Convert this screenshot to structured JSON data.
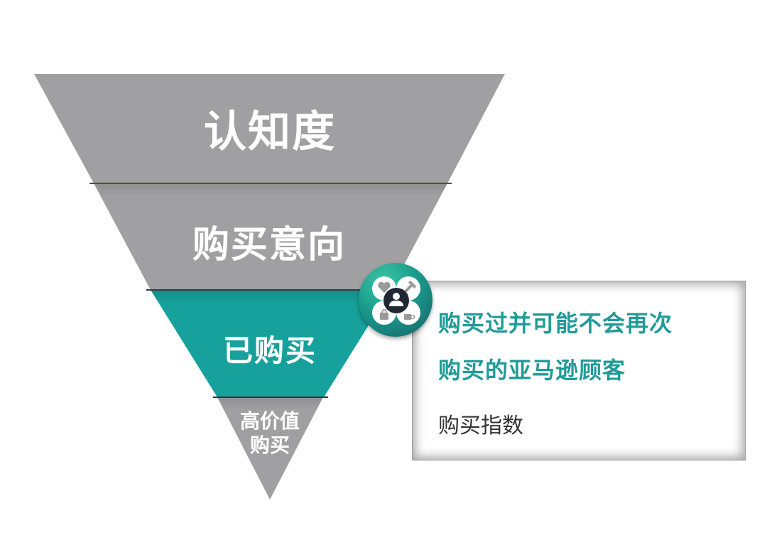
{
  "diagram": {
    "type": "funnel",
    "stages": [
      {
        "label": "认知度",
        "color": "#a0a0a2"
      },
      {
        "label": "购买意向",
        "color": "#a0a0a2"
      },
      {
        "label": "已购买",
        "color": "#17a19c",
        "highlighted": true
      },
      {
        "label_line1": "高价值",
        "label_line2": "购买",
        "color": "#a0a0a2"
      }
    ]
  },
  "callout": {
    "icon": "customer-segments-icon",
    "icon_parts": [
      "heart-icon",
      "dumbbell-icon",
      "shopping-bag-icon",
      "coffee-cup-icon",
      "user-icon"
    ],
    "title_line1": "购买过并可能不会再次",
    "title_line2": "购买的亚马逊顾客",
    "subtitle": "购买指数",
    "accent_color": "#1f9b98"
  }
}
